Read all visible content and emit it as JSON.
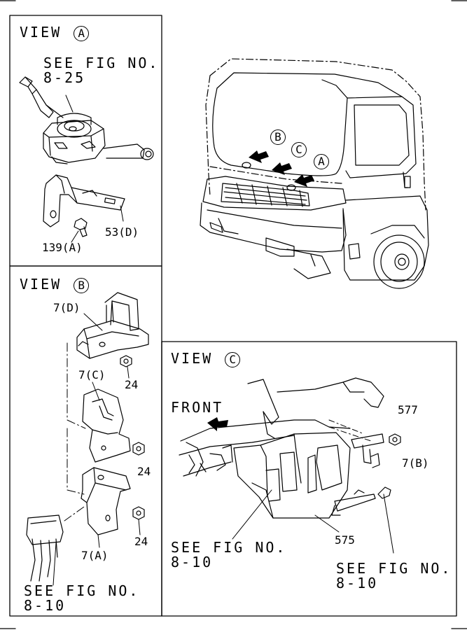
{
  "views": {
    "a": {
      "title": "VIEW",
      "letter": "A"
    },
    "b": {
      "title": "VIEW",
      "letter": "B"
    },
    "c": {
      "title": "VIEW",
      "letter": "C"
    }
  },
  "cab_markers": [
    "B",
    "C",
    "A"
  ],
  "see_fig": {
    "a_top": {
      "line1": "SEE FIG NO.",
      "line2": "8-25"
    },
    "b_bottom": {
      "line1": "SEE FIG NO.",
      "line2": "8-10"
    },
    "c_left": {
      "line1": "SEE FIG NO.",
      "line2": "8-10"
    },
    "c_right": {
      "line1": "SEE FIG NO.",
      "line2": "8-10"
    }
  },
  "parts": {
    "p53d": "53(D)",
    "p139a": "139(A)",
    "p7d": "7(D)",
    "p24_1": "24",
    "p7c": "7(C)",
    "p24_2": "24",
    "p24_3": "24",
    "p7a": "7(A)",
    "p577": "577",
    "p7b": "7(B)",
    "p575": "575"
  },
  "front_label": "FRONT"
}
